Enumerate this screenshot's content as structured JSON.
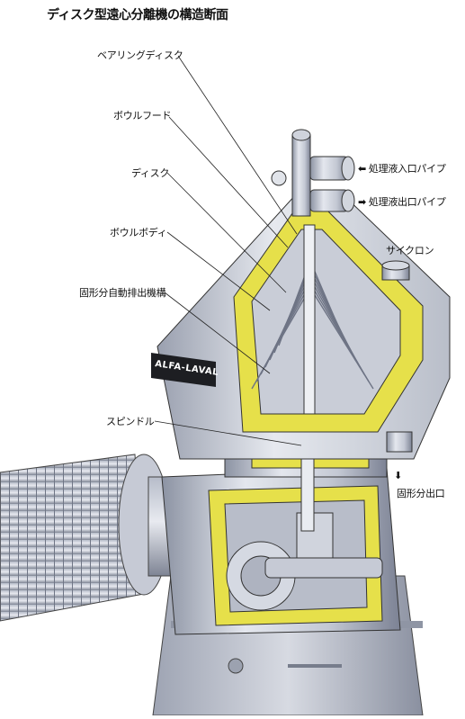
{
  "title": "ディスク型遠心分離機の構造断面",
  "brand": "ALFA-LAVAL",
  "labels": {
    "bearing_disc": "ベアリングディスク",
    "bowl_hood": "ボウルフード",
    "disc": "ディスク",
    "bowl_body": "ボウルボディ",
    "discharge": "固形分自動排出機構",
    "spindle": "スピンドル",
    "inlet": "処理液入口パイプ",
    "outlet": "処理液出口パイプ",
    "cyclone": "サイクロン",
    "solids_outlet": "固形分出口"
  },
  "arrows": {
    "inlet": "⬅",
    "outlet": "➡",
    "solids": "⬇"
  },
  "colors": {
    "section_yellow": "#e6e04a",
    "metal_light": "#d9dde6",
    "metal_mid": "#a9afbe",
    "metal_dark": "#6e7485",
    "outline": "#222222"
  }
}
